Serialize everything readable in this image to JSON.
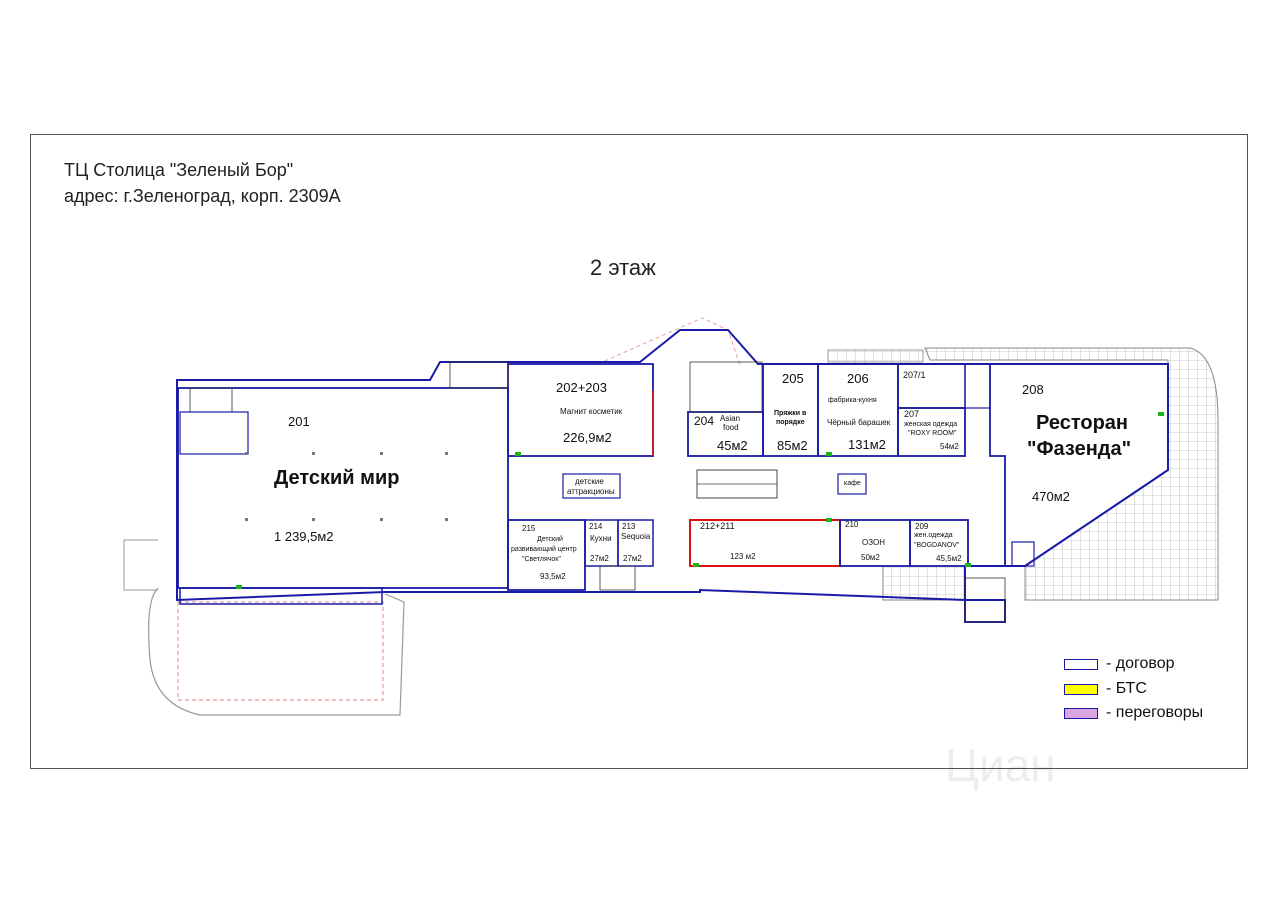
{
  "header": {
    "title": "ТЦ Столица \"Зеленый Бор\"",
    "address": "адрес: г.Зеленоград, корп. 2309А",
    "floor": "2 этаж"
  },
  "units": {
    "u201": {
      "num": "201",
      "tenant": "Детский мир",
      "area": "1 239,5м2"
    },
    "u202": {
      "num": "202+203",
      "tenant": "Магнит косметик",
      "area": "226,9м2"
    },
    "u204": {
      "num": "204",
      "tenant_l1": "Asian",
      "tenant_l2": "food",
      "area": "45м2"
    },
    "u205": {
      "num": "205",
      "tenant_l1": "Пряжки в",
      "tenant_l2": "порядке",
      "area": "85м2"
    },
    "u206": {
      "num": "206",
      "tenant_l1": "фабрика-кухня",
      "tenant_l2": "Чёрный барашек",
      "area": "131м2"
    },
    "u207_1": {
      "num": "207/1"
    },
    "u207": {
      "num": "207",
      "tenant_l1": "женская одежда",
      "tenant_l2": "\"ROXY ROOM\"",
      "area": "54м2"
    },
    "u208": {
      "num": "208",
      "tenant_l1": "Ресторан",
      "tenant_l2": "\"Фазенда\"",
      "area": "470м2"
    },
    "u209": {
      "num": "209",
      "tenant_l1": "жен.одежда",
      "tenant_l2": "\"BOGDANOV\"",
      "area": "45,5м2"
    },
    "u210": {
      "num": "210",
      "tenant": "ОЗОН",
      "area": "50м2"
    },
    "u212": {
      "num": "212+211",
      "area": "123 м2"
    },
    "u213": {
      "num": "213",
      "tenant": "Sequoia",
      "area": "27м2"
    },
    "u214": {
      "num": "214",
      "tenant": "Кухни",
      "area": "27м2"
    },
    "u215": {
      "num": "215",
      "tenant_l1": "Детский",
      "tenant_l2": "развивающий центр",
      "tenant_l3": "\"Светлячок\"",
      "area": "93,5м2"
    }
  },
  "common": {
    "attractions_l1": "детские",
    "attractions_l2": "аттракционы",
    "cafe": "кафе"
  },
  "legend": [
    {
      "label": "- договор",
      "color": "#ffffff"
    },
    {
      "label": "- БТС",
      "color": "#ffff00"
    },
    {
      "label": "- переговоры",
      "color": "#d9a6e0"
    }
  ],
  "watermark": "Циан",
  "colors": {
    "wall": "#1a1aa8",
    "accent_red": "#d11",
    "terrace": "#999999",
    "green_mark": "#1db31d"
  }
}
